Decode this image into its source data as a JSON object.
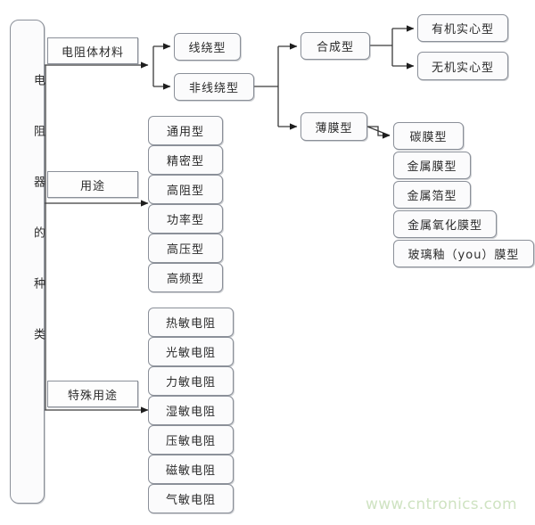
{
  "diagram": {
    "title": "电阻器的种类",
    "root": {
      "label": "电阻器的种类"
    },
    "branches": [
      {
        "name": "material",
        "label": "电阻体材料"
      },
      {
        "name": "usage",
        "label": "用途"
      },
      {
        "name": "special-usage",
        "label": "特殊用途"
      }
    ],
    "material_children": [
      {
        "label": "线绕型"
      },
      {
        "label": "非线绕型"
      }
    ],
    "nonwirewound_children": [
      {
        "label": "合成型"
      },
      {
        "label": "薄膜型"
      }
    ],
    "composite_children": [
      {
        "label": "有机实心型"
      },
      {
        "label": "无机实心型"
      }
    ],
    "film_children": [
      {
        "label": "碳膜型"
      },
      {
        "label": "金属膜型"
      },
      {
        "label": "金属箔型"
      },
      {
        "label": "金属氧化膜型"
      },
      {
        "label": "玻璃釉（you）膜型"
      }
    ],
    "usage_children": [
      {
        "label": "通用型"
      },
      {
        "label": "精密型"
      },
      {
        "label": "高阻型"
      },
      {
        "label": "功率型"
      },
      {
        "label": "高压型"
      },
      {
        "label": "高频型"
      }
    ],
    "special_children": [
      {
        "label": "热敏电阻"
      },
      {
        "label": "光敏电阻"
      },
      {
        "label": "力敏电阻"
      },
      {
        "label": "湿敏电阻"
      },
      {
        "label": "压敏电阻"
      },
      {
        "label": "磁敏电阻"
      },
      {
        "label": "气敏电阻"
      }
    ],
    "watermark": "www.cntronics.com",
    "colors": {
      "box_border": "#8b9099",
      "box_fill": "#fbfbfc",
      "line": "#3a3a3a",
      "text": "#2b2b2b",
      "watermark": "#cfe3c2"
    }
  }
}
